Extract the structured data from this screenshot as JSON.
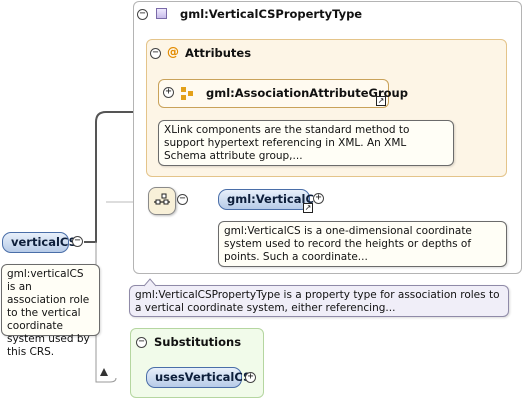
{
  "complex_type": {
    "title": "gml:VerticalCSPropertyType",
    "description": "gml:VerticalCSPropertyType is a property type for association roles to a vertical coordinate system, either referencing..."
  },
  "attributes": {
    "section_label": "Attributes",
    "group": {
      "name": "gml:AssociationAttributeGroup",
      "description": "XLink components are the standard method to support hypertext referencing in XML. An XML Schema attribute group,..."
    }
  },
  "sequence": {
    "element": {
      "name": "gml:VerticalCS",
      "description": "gml:VerticalCS is a one-dimensional coordinate system used to record the heights or depths of points. Such a coordinate..."
    }
  },
  "root": {
    "name": "verticalCS",
    "description": "gml:verticalCS is an association role to the vertical coordinate system used by this CRS."
  },
  "substitutions": {
    "section_label": "Substitutions",
    "items": [
      "usesVerticalCS"
    ]
  },
  "colors": {
    "type_border": "#b4b4b4",
    "attributes_fill": "#fdf5e6",
    "attributes_border": "#e4c48a",
    "substitutions_fill": "#f1fbea",
    "substitutions_border": "#b5d6a0",
    "element_pill": "#b7cbe8",
    "connector": "#555555"
  },
  "icons": {
    "type_icon": "square-icon",
    "attribute_icon": "at-icon",
    "group_icon": "attribute-group-icon",
    "sequence_icon": "sequence-compositor-icon"
  }
}
